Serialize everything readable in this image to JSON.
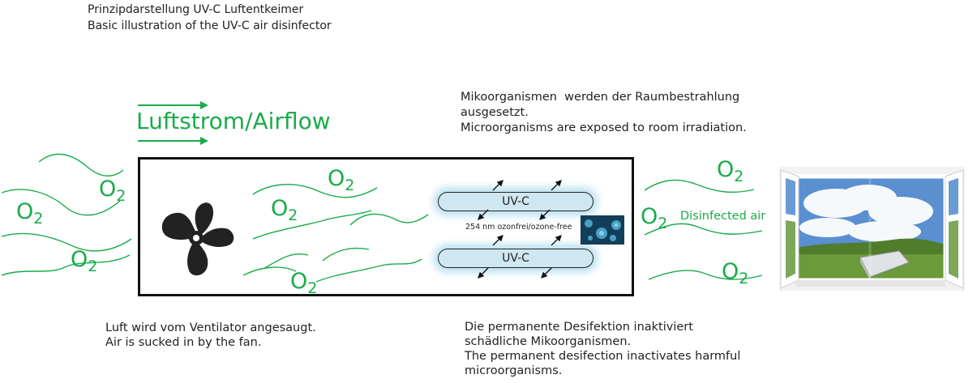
{
  "title": {
    "de": "Prinzipdarstellung UV-C Luftentkeimer",
    "en": "Basic illustration of the UV-C air disinfector"
  },
  "airflow_label": "Luftstrom/Airflow",
  "microorganisms_note": {
    "line1": "Mikoorganismen  werden der Raumbestrahlung",
    "line2": "ausgesetzt.",
    "line3": "Microorganisms are exposed to room irradiation."
  },
  "uvc_tubes": {
    "top_label": "UV-C",
    "bottom_label": "UV-C",
    "wavelength_label": "254 nm ozonfrei/ozone-free"
  },
  "o2_labels": [
    {
      "base": "O",
      "sub": "2"
    }
  ],
  "disinfected_air_label": "Disinfected air",
  "fan_note": {
    "line1": "Luft wird vom Ventilator angesaugt.",
    "line2": "Air is sucked in by the fan."
  },
  "disinfection_note": {
    "line1": "Die permanente Desifektion inaktiviert",
    "line2": "schädliche Mikoorganismen.",
    "line3": "The permanent desifection inactivates harmful",
    "line4": "microorganisms."
  },
  "colors": {
    "green": "#1aab4a",
    "tube_glow": "#bfe3f1",
    "frame": "#111111"
  },
  "icons": [
    "fan-icon",
    "microbe-photo",
    "open-window-photo"
  ]
}
